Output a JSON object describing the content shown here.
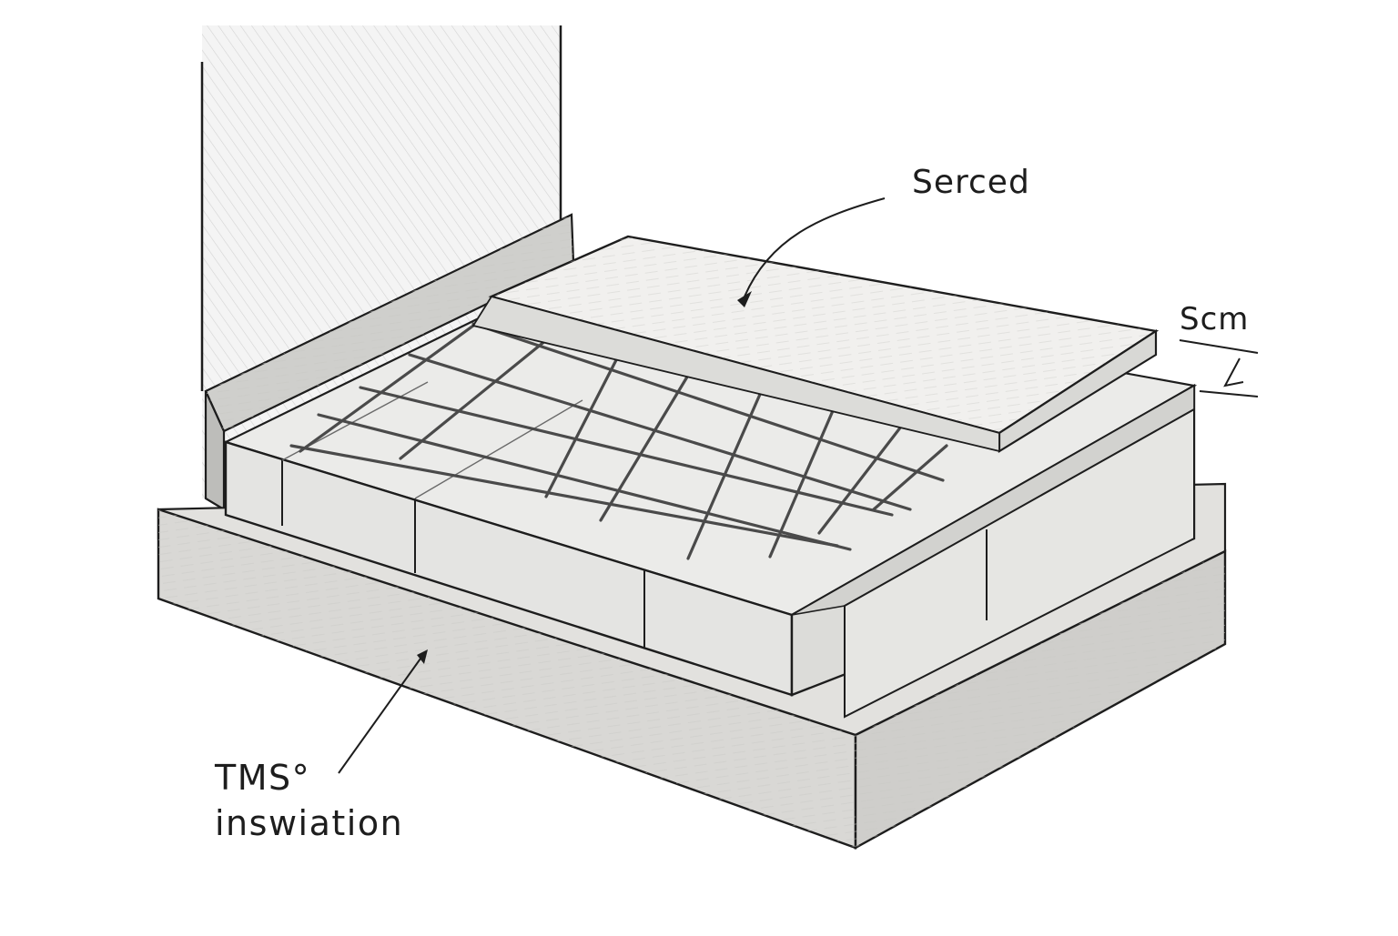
{
  "labels": {
    "top_layer": "Serced",
    "thickness": "Scm",
    "insulation_line1": "TMS°",
    "insulation_line2": "inswiation"
  },
  "colors": {
    "ink": "#1d1d1d",
    "wall": "#e6e6e6",
    "slab_top": "#ededeb",
    "concrete_front": "#d9d8d5",
    "concrete_side": "#cfcecb",
    "block_face": "#e4e4e2",
    "screed_top": "#f1f0ee",
    "rebar": "#4a4a4a"
  }
}
